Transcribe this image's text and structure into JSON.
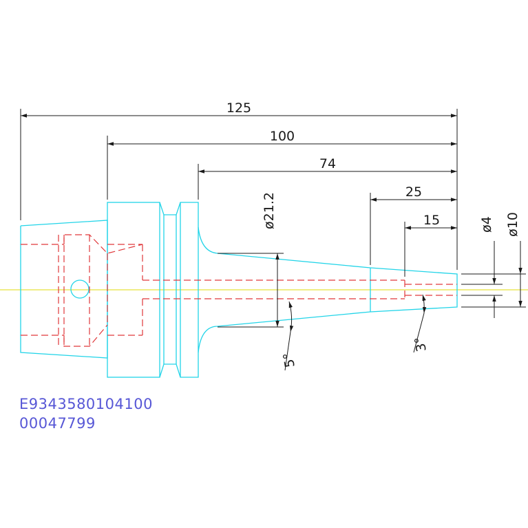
{
  "colors": {
    "outline": "#21d4e8",
    "hidden": "#e0373a",
    "centerline": "#e8e23a",
    "dimension": "#1a1a1a",
    "code_text": "#5757d6"
  },
  "dimensions": {
    "overall_length": "125",
    "length_100": "100",
    "length_74": "74",
    "length_25": "25",
    "length_15": "15",
    "dia_21_2": "ø21.2",
    "dia_4": "ø4",
    "dia_10": "ø10",
    "angle_5": "5°",
    "angle_3": "3°"
  },
  "codes": {
    "part_number": "E9343580104100",
    "item_number": "00047799"
  }
}
